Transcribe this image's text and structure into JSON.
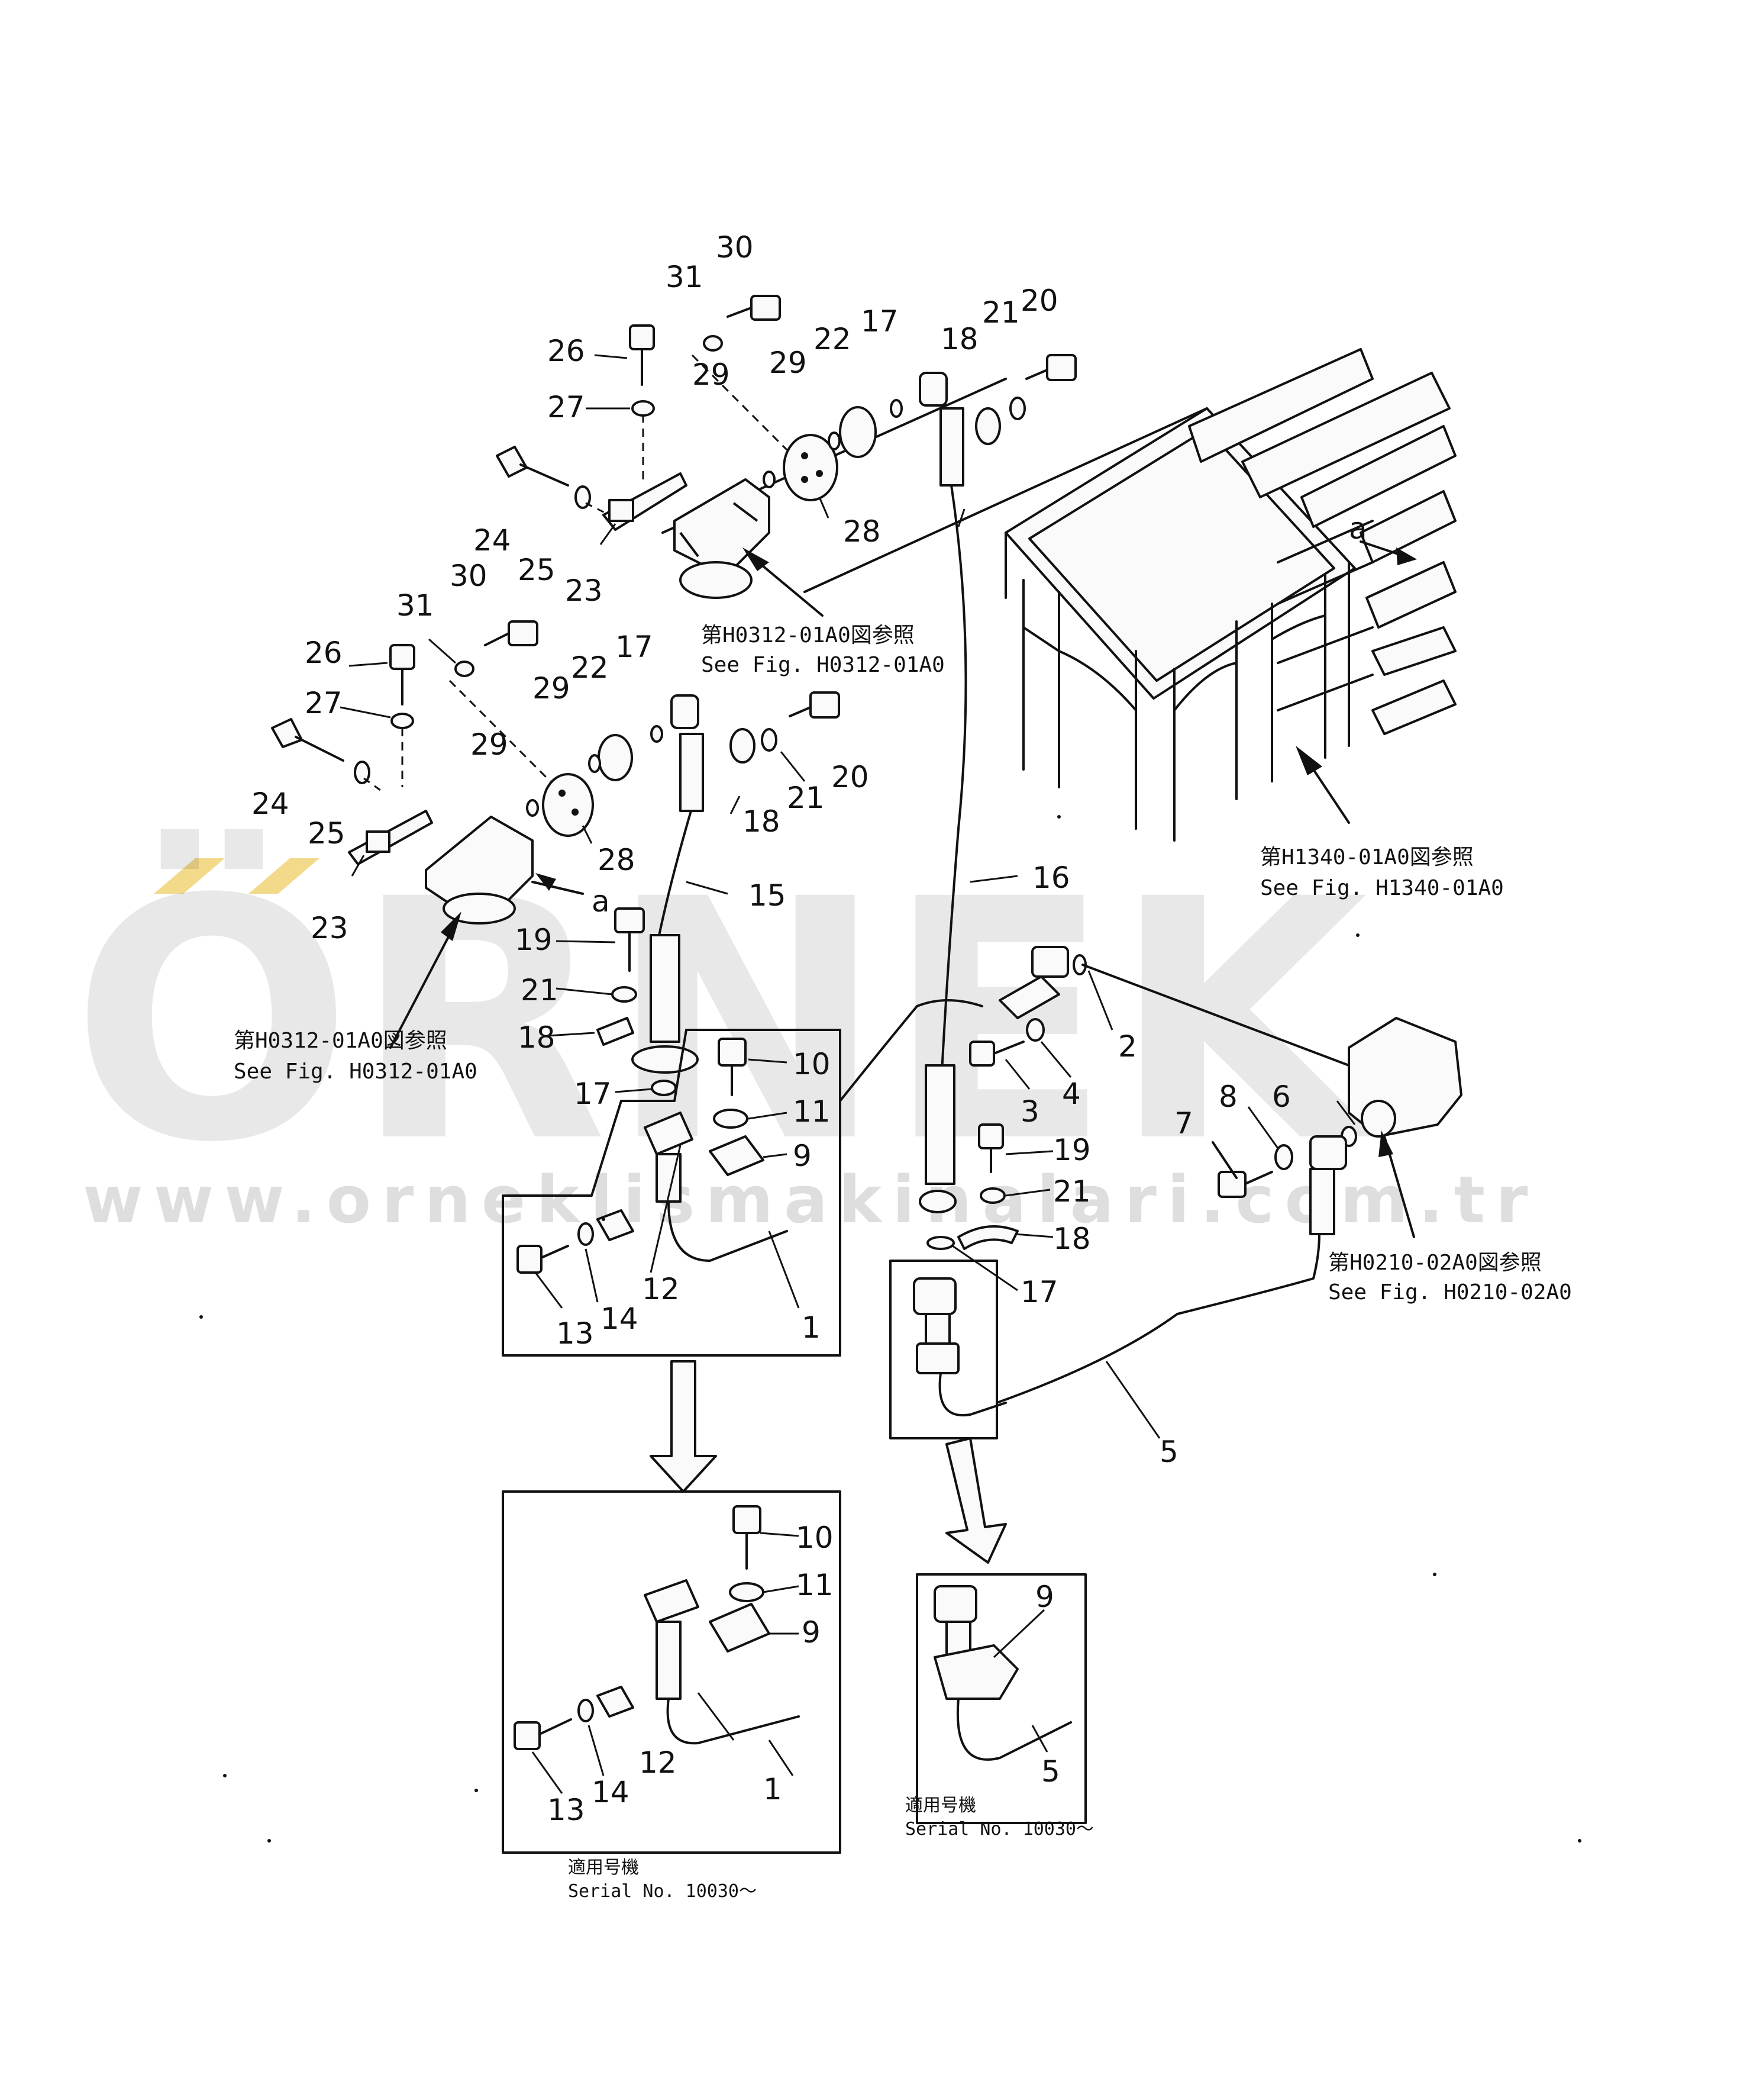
{
  "watermark": {
    "brand": "ÖRNEK",
    "url": "www.orneklismakinalari.com.tr",
    "accent_color": "#f3d98a"
  },
  "references": [
    {
      "id": "ref-h0312-upper",
      "jp": "第H0312-01A0図参照",
      "en": "See  Fig. H0312-01A0"
    },
    {
      "id": "ref-h0312-lower",
      "jp": "第H0312-01A0図参照",
      "en": "See  Fig. H0312-01A0"
    },
    {
      "id": "ref-h1340",
      "jp": "第H1340-01A0図参照",
      "en": "See  Fig. H1340-01A0"
    },
    {
      "id": "ref-h0210",
      "jp": "第H0210-02A0図参照",
      "en": "See  Fig. H0210-02A0"
    }
  ],
  "serial_notes": [
    {
      "jp": "適用号機",
      "en": "Serial  No. 10030～"
    },
    {
      "jp": "適用号機",
      "en": "Serial  No. 10030～"
    }
  ],
  "view_marker": "a",
  "part_numbers": {
    "upper": [
      "30",
      "31",
      "26",
      "27",
      "24",
      "25",
      "23",
      "29",
      "22",
      "17",
      "28",
      "18",
      "21",
      "20"
    ],
    "middle": [
      "31",
      "30",
      "26",
      "27",
      "24",
      "25",
      "23",
      "29",
      "22",
      "17",
      "28",
      "18",
      "21",
      "20",
      "15",
      "16"
    ],
    "lower_left": [
      "19",
      "21",
      "18",
      "17",
      "10",
      "11",
      "9",
      "12",
      "13",
      "14",
      "1"
    ],
    "lower_right": [
      "2",
      "3",
      "4",
      "6",
      "7",
      "8",
      "19",
      "21",
      "18",
      "17",
      "5"
    ],
    "box_left": [
      "10",
      "11",
      "9",
      "12",
      "13",
      "14",
      "1"
    ],
    "box_right": [
      "9",
      "5"
    ]
  }
}
